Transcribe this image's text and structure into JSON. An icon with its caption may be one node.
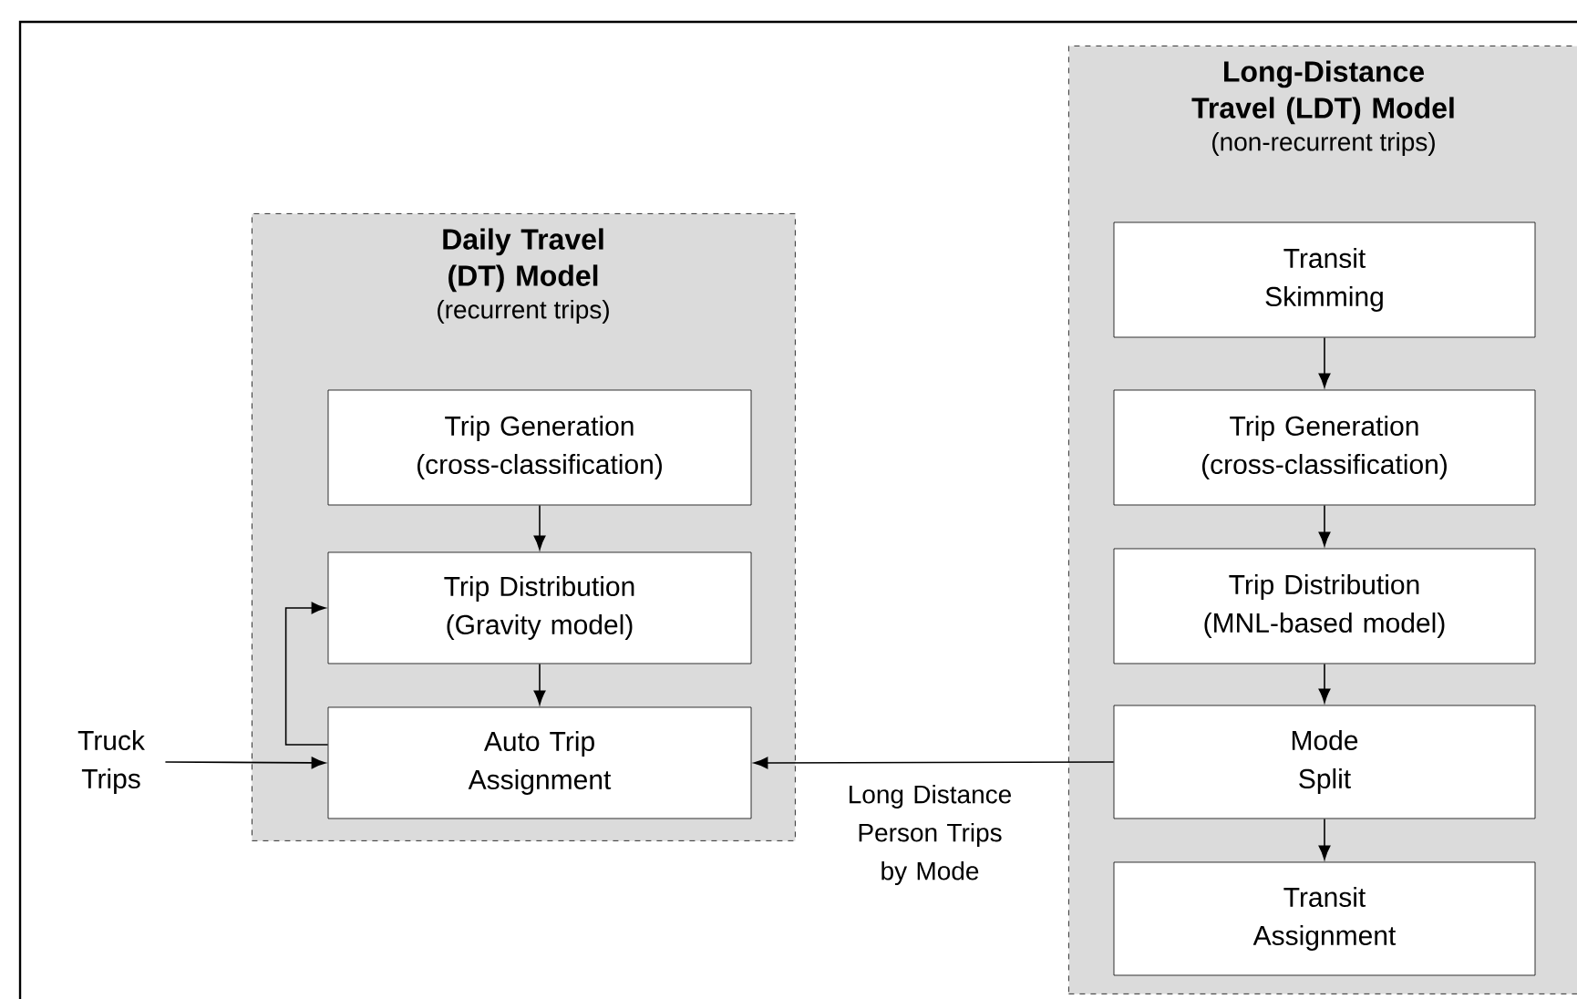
{
  "diagram": {
    "nodes": [
      {
        "text": [
          "Daily Travel (DT) Model",
          "(recurrent trips)"
        ]
      },
      {
        "text": [
          "Trip Generation (cross-classification)"
        ],
        "in": 0
      },
      {
        "text": [
          "Trip Distribution (Gravity model)"
        ],
        "in": 0
      },
      {
        "text": [
          "Auto Trip Assignment"
        ],
        "in": 0
      },
      {
        "text": [
          "Truck Trips"
        ]
      },
      {
        "text": [
          "Long-Distance Travel (LDT) Model",
          "(non-recurrent trips)"
        ]
      },
      {
        "text": [
          "Transit Skimming"
        ],
        "in": 5
      },
      {
        "text": [
          "Trip Generation (cross-classification)"
        ],
        "in": 5
      },
      {
        "text": [
          "Trip Distribution (MNL-based model)"
        ],
        "in": 5
      },
      {
        "text": [
          "Mode Split"
        ],
        "in": 5
      },
      {
        "text": [
          "Transit Assignment"
        ],
        "in": 5
      }
    ],
    "edges": [
      {
        "from": 1,
        "to": 2,
        "arrow": "to"
      },
      {
        "from": 2,
        "to": 3,
        "arrow": "to"
      },
      {
        "from": 3,
        "to": 2,
        "arrow": "to"
      },
      {
        "from": 4,
        "to": 3,
        "arrow": "to"
      },
      {
        "from": 6,
        "to": 7,
        "arrow": "to"
      },
      {
        "from": 7,
        "to": 8,
        "arrow": "to"
      },
      {
        "from": 8,
        "to": 9,
        "arrow": "to"
      },
      {
        "from": 9,
        "to": 10,
        "arrow": "to"
      },
      {
        "from": 9,
        "to": 3,
        "arrow": "to",
        "label": "Long Distance Person Trips by Mode"
      }
    ]
  }
}
